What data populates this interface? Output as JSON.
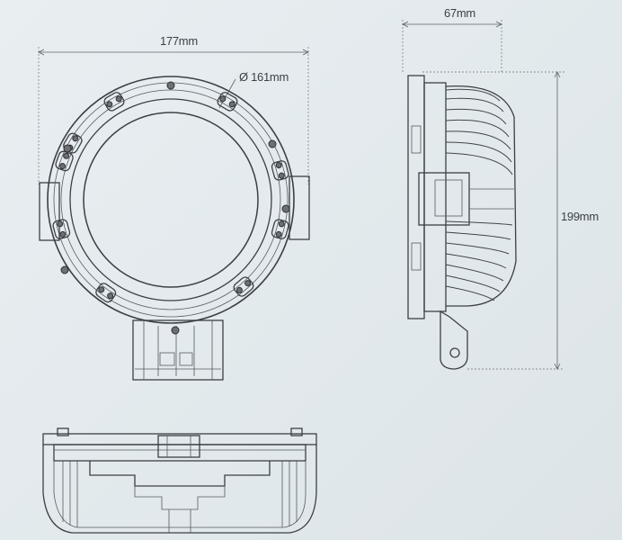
{
  "dimensions": {
    "width_label": "177mm",
    "diameter_label": "Ø 161mm",
    "depth_label": "67mm",
    "height_label": "199mm"
  },
  "views": [
    "front-view",
    "side-view",
    "bottom-view"
  ]
}
